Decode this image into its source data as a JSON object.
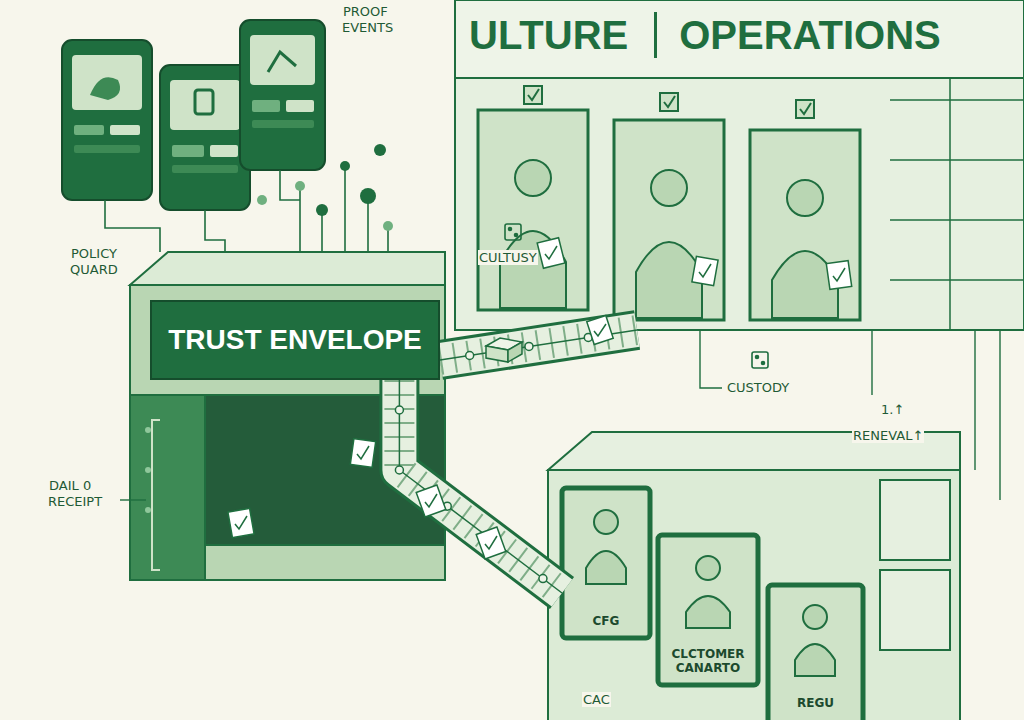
{
  "diagram": {
    "nodes": [
      {
        "text": [
          "ULTURE",
          "OPERATIONS"
        ]
      },
      {
        "text": [
          "TRUST ENVELOPE"
        ]
      },
      {
        "text": [
          "CFG"
        ]
      },
      {
        "text": [
          "CLCTOMER CANARTO"
        ]
      },
      {
        "text": [
          "REGU"
        ]
      }
    ],
    "edges": [
      {
        "from": 1,
        "to": 0,
        "arrow": "none"
      },
      {
        "from": 1,
        "to": 2,
        "arrow": "none"
      }
    ],
    "labels": [
      "PROOF EVENTS",
      "POLICY QUARD",
      "CULTUSY",
      "CUSTODY",
      "1.↑",
      "RENEVAL↑",
      "DAIL 0 RECEIPT",
      "CAC"
    ]
  }
}
